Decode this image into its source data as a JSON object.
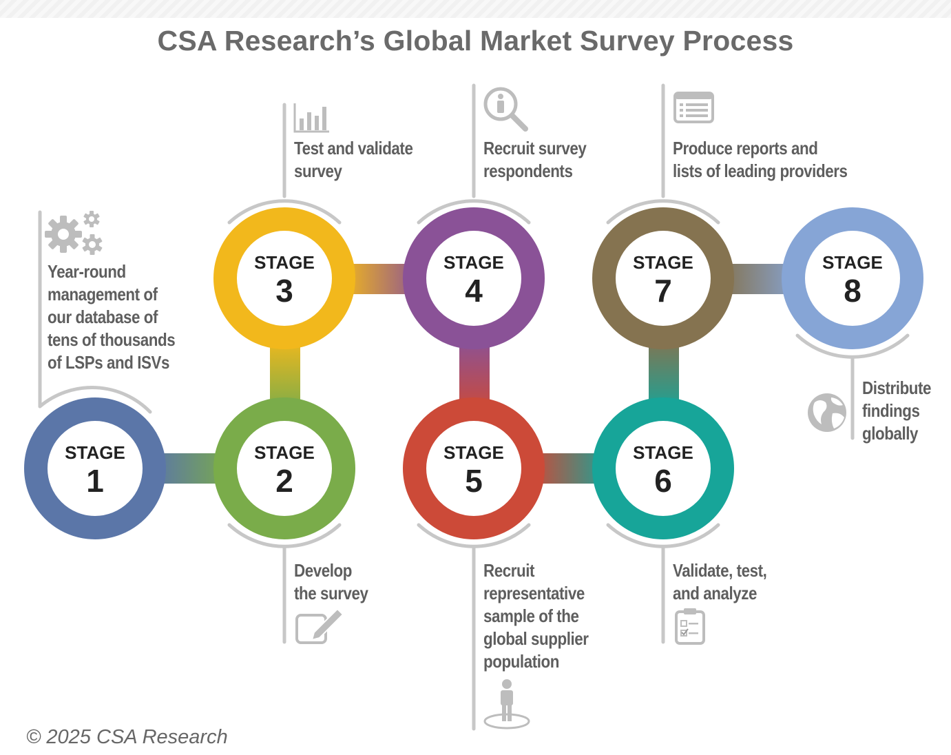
{
  "title": "CSA Research’s Global Market Survey Process",
  "stage_word": "STAGE",
  "stages": [
    {
      "number": "1",
      "color": "#5b76a8",
      "caption_lines": [
        "Year-round",
        "management of",
        "our database of",
        "tens of thousands",
        "of LSPs and ISVs"
      ],
      "icon": "gears-icon"
    },
    {
      "number": "2",
      "color": "#7aac4a",
      "caption_lines": [
        "Develop",
        "the survey"
      ],
      "icon": "edit-document-icon"
    },
    {
      "number": "3",
      "color": "#f2b81c",
      "caption_lines": [
        "Test and validate",
        "survey"
      ],
      "icon": "bar-chart-icon"
    },
    {
      "number": "4",
      "color": "#8a5297",
      "caption_lines": [
        "Recruit survey",
        "respondents"
      ],
      "icon": "search-person-icon"
    },
    {
      "number": "5",
      "color": "#cc4a38",
      "caption_lines": [
        "Recruit",
        "representative",
        "sample of the",
        "global supplier",
        "population"
      ],
      "icon": "person-target-icon"
    },
    {
      "number": "6",
      "color": "#17a599",
      "caption_lines": [
        "Validate, test,",
        "and analyze"
      ],
      "icon": "clipboard-checklist-icon"
    },
    {
      "number": "7",
      "color": "#857350",
      "caption_lines": [
        "Produce reports and",
        "lists of leading providers"
      ],
      "icon": "report-list-icon"
    },
    {
      "number": "8",
      "color": "#86a5d6",
      "caption_lines": [
        "Distribute",
        "findings",
        "globally"
      ],
      "icon": "globe-icon"
    }
  ],
  "copyright": "© 2025 CSA Research"
}
